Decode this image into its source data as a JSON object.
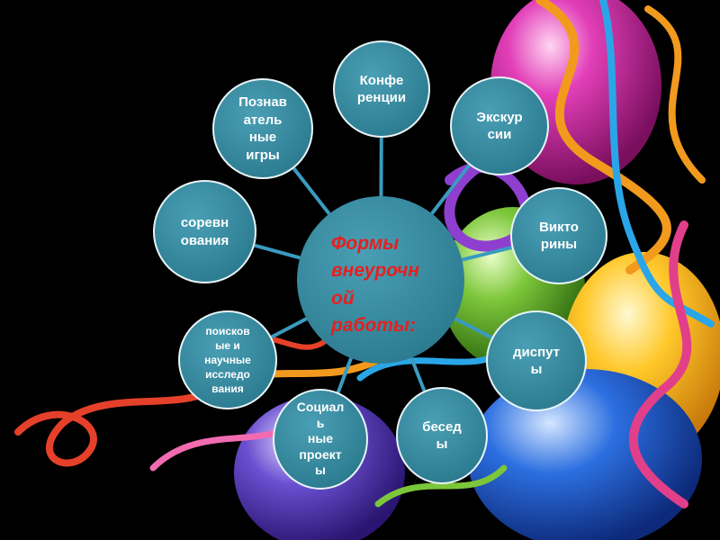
{
  "diagram": {
    "center": {
      "label": "Формы\nвнеурочн\nой\nработы:"
    },
    "nodes": [
      {
        "id": "konferencii",
        "label": "Конфе\nренции"
      },
      {
        "id": "poznavatelnye",
        "label": "Познав\nатель\nные\nигры"
      },
      {
        "id": "ekskursii",
        "label": "Экскур\nсии"
      },
      {
        "id": "sorevnovaniya",
        "label": "соревн\nования"
      },
      {
        "id": "viktoriny",
        "label": "Викто\nрины"
      },
      {
        "id": "poiskovye",
        "label": "поисков\nые и\nнаучные\nисследо\nвания"
      },
      {
        "id": "disputy",
        "label": "диспут\nы"
      },
      {
        "id": "socialnye",
        "label": "Социал\nь\nные\nпроект\nы"
      },
      {
        "id": "besedy",
        "label": "бесед\nы"
      }
    ]
  },
  "colors": {
    "node_fill": "#2f7f94",
    "node_border": "#e8f4f8",
    "connector": "#3a9bc0",
    "center_text": "#e52020",
    "node_text": "#ffffff"
  }
}
